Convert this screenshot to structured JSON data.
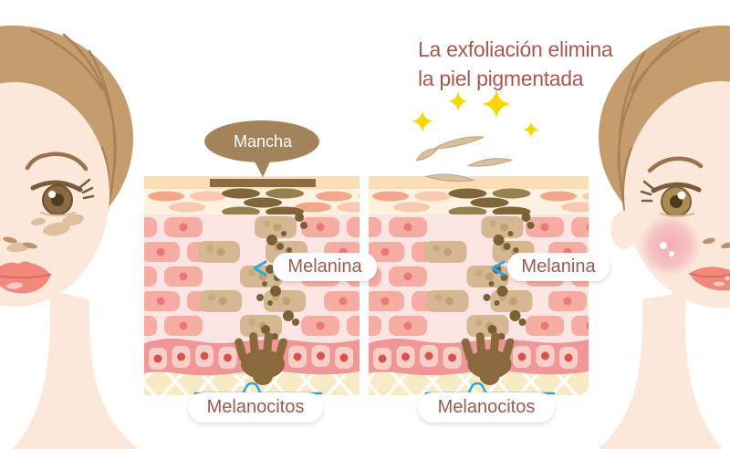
{
  "heading": {
    "line1": "La exfoliación elimina",
    "line2": "la piel pigmentada"
  },
  "mancha_label": "Mancha",
  "panels": [
    {
      "melanina_label": "Melanina",
      "melanocitos_label": "Melanocitos"
    },
    {
      "melanina_label": "Melanina",
      "melanocitos_label": "Melanocitos"
    }
  ],
  "colors": {
    "background": "#ffffff",
    "heading_text": "#a55a50",
    "label_text": "#9c5a50",
    "callout_blue": "#2aa5e1",
    "bubble_brown": "#a3835c",
    "bubble_text": "#ffffff",
    "mancha_bar": "#8a6d45",
    "sparkle_yellow": "#f5d800",
    "flake": "#d8bf9d",
    "flake_edge": "#c3a274",
    "corneum": "#fbdeb6",
    "granular": "#fdf2e0",
    "granule_salmon": "#f2a78d",
    "granule_light": "#f8c9af",
    "granule_brown_dark": "#7f6539",
    "granule_brown_mid": "#95804f",
    "epidermis_bg": "#fbe5e2",
    "cell_pink": "#f4aca3",
    "cell_nucleus": "#e87b71",
    "pigment_cell": "#d5b793",
    "pigment_nucleus": "#c0a171",
    "melanin_dot": "#7a6135",
    "basal_band": "#ef9697",
    "basal_cell": "#f8cfc8",
    "basal_nucleus": "#d5544c",
    "melanocyte": "#8a693c",
    "dermis": "#f9eac6",
    "lattice": "#ffffff",
    "hair": "#c59c6e",
    "hair_strand": "#aa8156",
    "skin": "#fce8da",
    "blush": "#f2a4b2",
    "lips": "#f0897c",
    "lip_line": "#d96b5f",
    "spot": "#dcc0a0",
    "brow": "#9b7349",
    "eye_line": "#7a5c3a",
    "iris_left": "#8b6b45",
    "iris_right": "#a98e54",
    "nostril": "#c09068"
  }
}
